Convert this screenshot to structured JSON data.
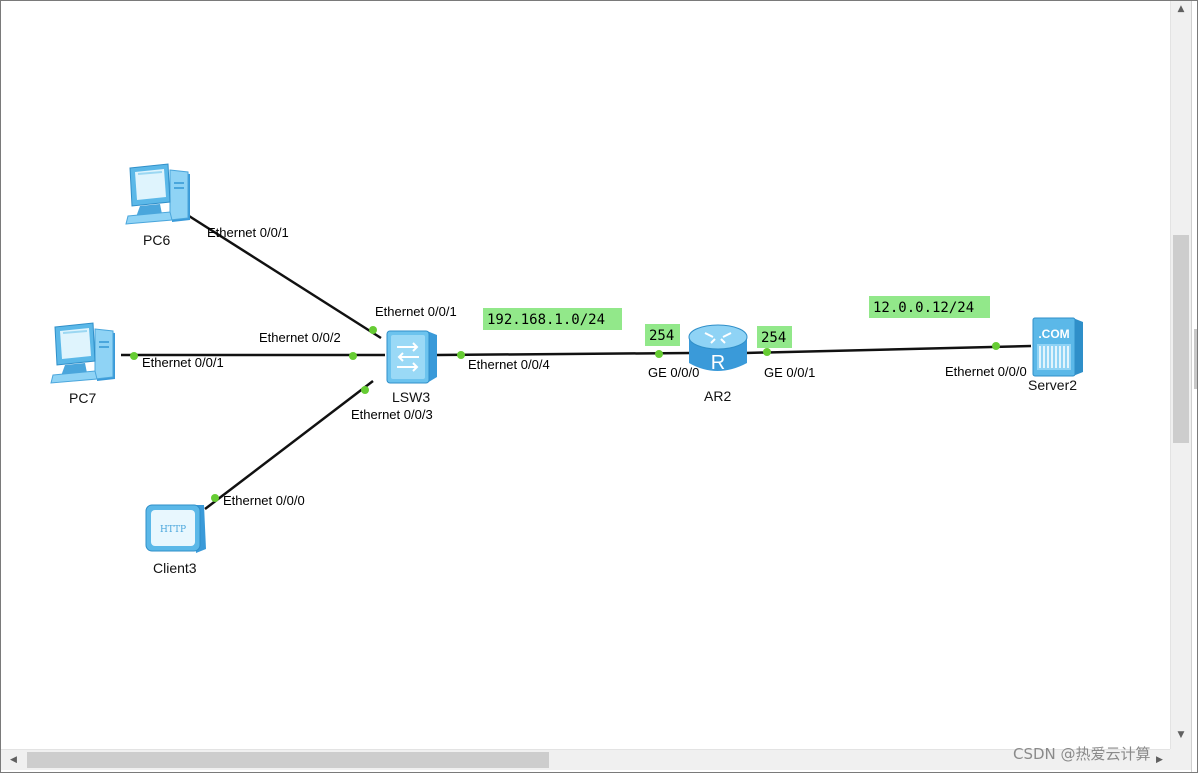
{
  "devices": {
    "pc6": {
      "name": "PC6",
      "icon": "pc-icon"
    },
    "pc7": {
      "name": "PC7",
      "icon": "pc-icon"
    },
    "client3": {
      "name": "Client3",
      "icon": "http-client-icon",
      "badge": "HTTP"
    },
    "lsw3": {
      "name": "LSW3",
      "icon": "switch-icon"
    },
    "ar2": {
      "name": "AR2",
      "icon": "router-icon",
      "badge": "R"
    },
    "server2": {
      "name": "Server2",
      "icon": "dns-server-icon",
      "badge": ".COM"
    }
  },
  "ports": {
    "pc6_e001": "Ethernet 0/0/1",
    "lsw3_e001": "Ethernet 0/0/1",
    "lsw3_e002": "Ethernet 0/0/2",
    "pc7_e001": "Ethernet 0/0/1",
    "lsw3_e003": "Ethernet 0/0/3",
    "client3_e000": "Ethernet 0/0/0",
    "lsw3_e004": "Ethernet 0/0/4",
    "ar2_ge000": "GE 0/0/0",
    "ar2_ge001": "GE 0/0/1",
    "server2_e000": "Ethernet 0/0/0"
  },
  "notes": {
    "lan_network": "192.168.1.0/24",
    "wan_network": "12.0.0.12/24",
    "ar2_ge000_host": "254",
    "ar2_ge001_host": "254"
  },
  "colors": {
    "link": "#111111",
    "port_dot": "#66cc33",
    "note_bg": "#92e88a",
    "device_blue": "#5bb8e8"
  },
  "watermark": "CSDN @热爱云计算"
}
